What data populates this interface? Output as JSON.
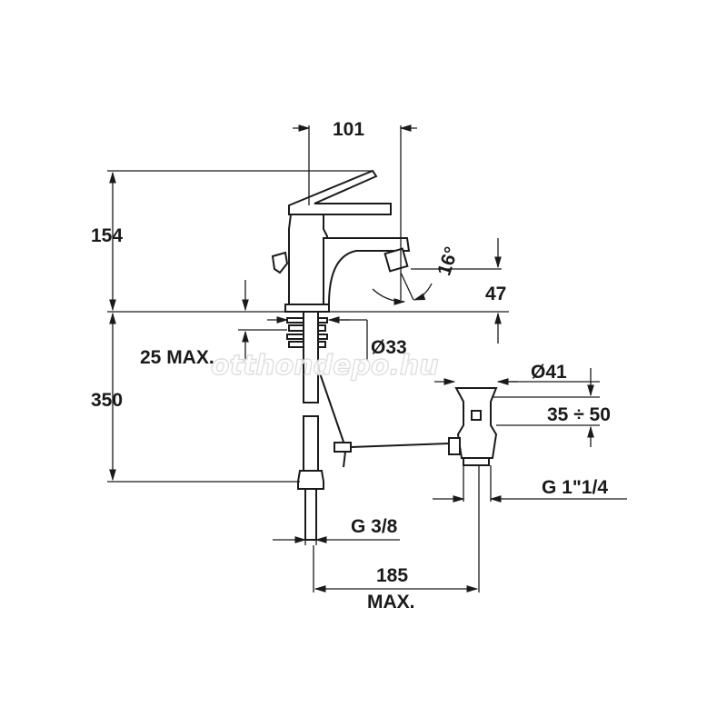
{
  "dimensions": {
    "width_101": "101",
    "height_154": "154",
    "angle_16": "16°",
    "height_47": "47",
    "diam_33": "Ø33",
    "max_25": "25 MAX.",
    "depth_350": "350",
    "diam_41": "Ø41",
    "range_35_50": "35 ÷ 50",
    "thread_g114": "G 1\"1/4",
    "thread_g38": "G 3/8",
    "dist_185": "185",
    "dist_185_max": "MAX."
  },
  "watermark": "otthondepo.hu",
  "colors": {
    "ink": "#1a1a1a",
    "paper": "#ffffff",
    "watermark": "#dcdcdc"
  }
}
